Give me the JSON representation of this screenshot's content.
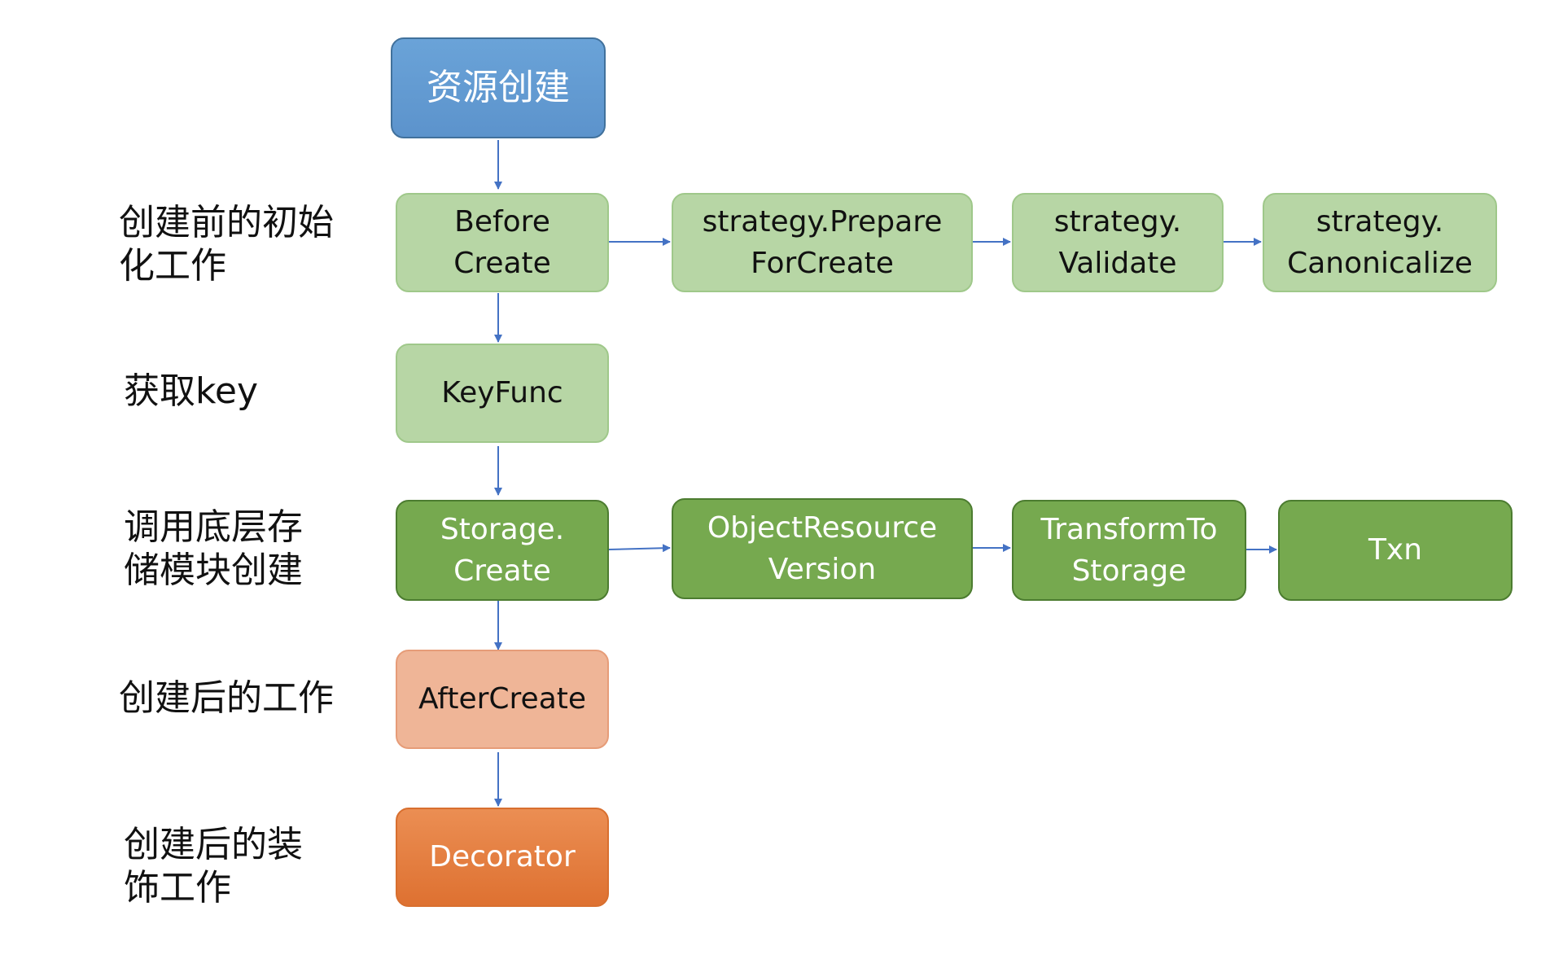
{
  "colors": {
    "arrow": "#4472c4",
    "start": "#5b9bd5",
    "light_green": "#b7d6a5",
    "dark_green": "#76a94f",
    "salmon": "#efb597",
    "orange": "#e37d3e"
  },
  "labels": {
    "init": "创建前的初始\n化工作",
    "key": "获取key",
    "storage": "调用底层存\n储模块创建",
    "after": "创建后的工作",
    "decorate": "创建后的装\n饰工作"
  },
  "nodes": {
    "start": "资源创建",
    "before_create": "Before\nCreate",
    "prepare_for_create": "strategy.Prepare\nForCreate",
    "validate": "strategy.\nValidate",
    "canonicalize": "strategy.\nCanonicalize",
    "key_func": "KeyFunc",
    "storage_create": "Storage.\nCreate",
    "object_resource_version": "ObjectResource\nVersion",
    "transform_to_storage": "TransformTo\nStorage",
    "txn": "Txn",
    "after_create": "AfterCreate",
    "decorator": "Decorator"
  }
}
